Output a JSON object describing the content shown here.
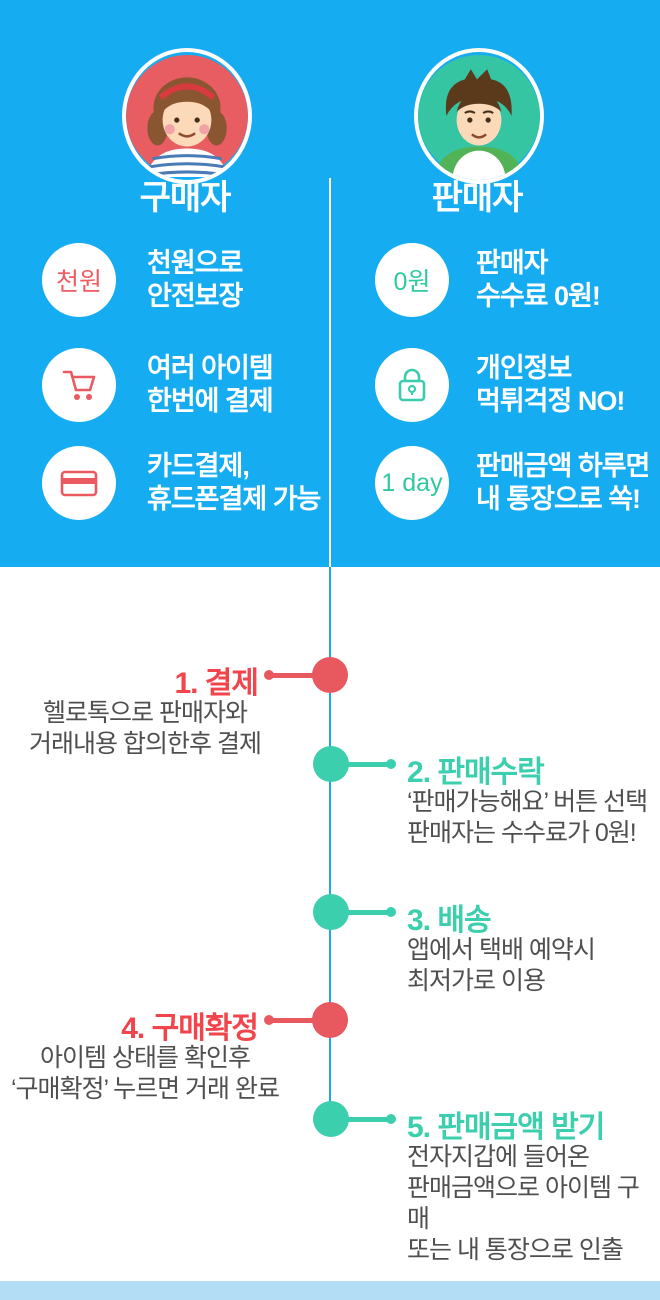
{
  "theme": {
    "blue_bg": "#16ACF2",
    "red_accent": "#E8595F",
    "red_label": "#F2444B",
    "teal_accent": "#3CCFAE",
    "badge_red": "#F15A60",
    "badge_teal": "#2FC89F",
    "timeline_line_blue": "#1FA9EC",
    "desc_text": "#4F4F4F",
    "bottom_bar_blue": "#B3DDF4"
  },
  "top": {
    "buyer": {
      "title": "구매자",
      "features": [
        {
          "badge": "천원",
          "lines": [
            "천원으로",
            "안전보장"
          ]
        },
        {
          "icon": "cart-icon",
          "lines": [
            "여러 아이템",
            "한번에 결제"
          ]
        },
        {
          "icon": "card-icon",
          "lines": [
            "카드결제,",
            "휴드폰결제 가능"
          ]
        }
      ]
    },
    "seller": {
      "title": "판매자",
      "features": [
        {
          "badge": "0원",
          "lines": [
            "판매자",
            "수수료 0원!"
          ]
        },
        {
          "icon": "lock-icon",
          "lines": [
            "개인정보",
            "먹튀걱정 NO!"
          ]
        },
        {
          "badge": "1 day",
          "lines": [
            "판매금액 하루면",
            "내 통장으로 쏙!"
          ]
        }
      ]
    }
  },
  "timeline": {
    "steps": [
      {
        "label": "1. 결제",
        "side": "left",
        "color": "red",
        "desc": [
          "헬로톡으로 판매자와",
          "거래내용 합의한후 결제"
        ]
      },
      {
        "label": "2. 판매수락",
        "side": "right",
        "color": "teal",
        "desc": [
          "‘판매가능해요’ 버튼 선택",
          "판매자는 수수료가 0원!"
        ]
      },
      {
        "label": "3. 배송",
        "side": "right",
        "color": "teal",
        "desc": [
          "앱에서 택배 예약시",
          "최저가로 이용"
        ]
      },
      {
        "label": "4. 구매확정",
        "side": "left",
        "color": "red",
        "desc": [
          "아이템 상태를 확인후",
          "‘구매확정’ 누르면 거래 완료"
        ]
      },
      {
        "label": "5. 판매금액 받기",
        "side": "right",
        "color": "teal",
        "desc": [
          "전자지갑에 들어온",
          "판매금액으로 아이템 구매",
          "또는 내 통장으로 인출"
        ]
      }
    ]
  }
}
